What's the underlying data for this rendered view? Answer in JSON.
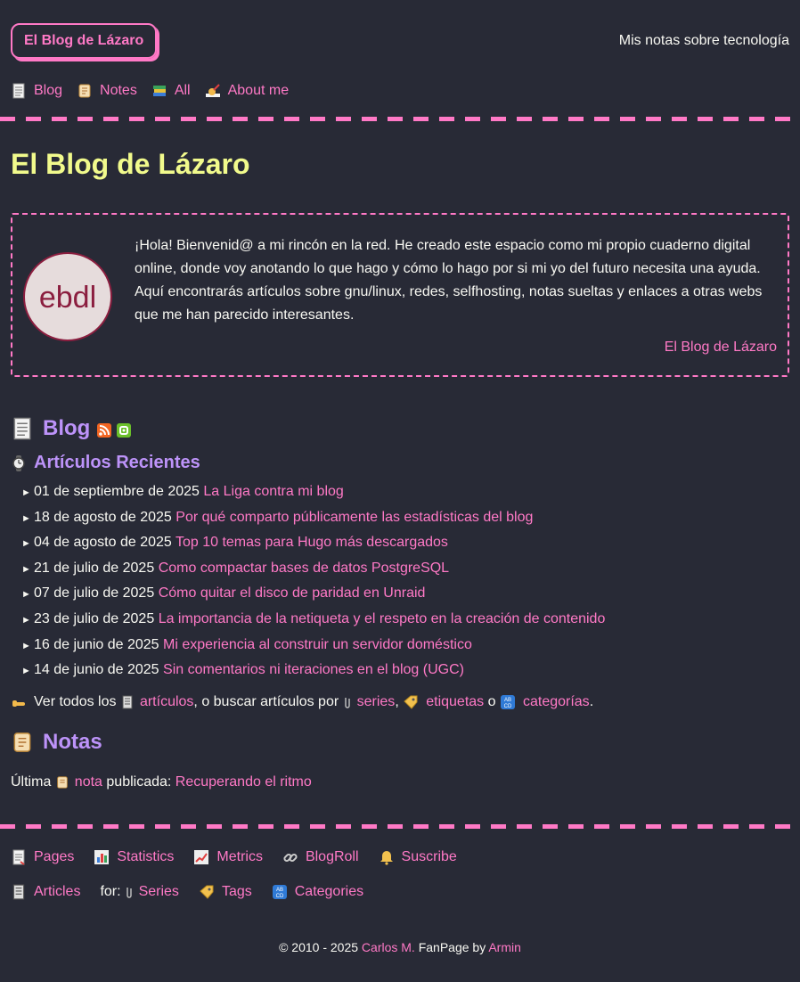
{
  "header": {
    "brand": "El Blog de Lázaro",
    "tagline": "Mis notas sobre tecnología"
  },
  "nav": [
    {
      "label": "Blog",
      "icon": "page-icon"
    },
    {
      "label": "Notes",
      "icon": "scroll-icon"
    },
    {
      "label": "All",
      "icon": "books-icon"
    },
    {
      "label": "About me",
      "icon": "writing-hand-icon"
    }
  ],
  "main": {
    "title": "El Blog de Lázaro",
    "intro": {
      "text": "¡Hola! Bienvenid@ a mi rincón en la red. He creado este espacio como mi propio cuaderno digital online, donde voy anotando lo que hago y cómo lo hago por si mi yo del futuro necesita una ayuda. Aquí encontrarás artículos sobre gnu/linux, redes, selfhosting, notas sueltas y enlaces a otras webs que me han parecido interesantes.",
      "signature": "El Blog de Lázaro",
      "avatar_text": "ebdl"
    },
    "blog_heading": "Blog",
    "recent_heading": "Artículos Recientes",
    "recent": [
      {
        "date": "01 de septiembre de 2025",
        "title": "La Liga contra mi blog"
      },
      {
        "date": "18 de agosto de 2025",
        "title": "Por qué comparto públicamente las estadísticas del blog"
      },
      {
        "date": "04 de agosto de 2025",
        "title": "Top 10 temas para Hugo más descargados"
      },
      {
        "date": "21 de julio de 2025",
        "title": "Como compactar bases de datos PostgreSQL"
      },
      {
        "date": "07 de julio de 2025",
        "title": "Cómo quitar el disco de paridad en Unraid"
      },
      {
        "date": "23 de julio de 2025",
        "title": "La importancia de la netiqueta y el respeto en la creación de contenido"
      },
      {
        "date": "16 de junio de 2025",
        "title": "Mi experiencia al construir un servidor doméstico"
      },
      {
        "date": "14 de junio de 2025",
        "title": "Sin comentarios ni iteraciones en el blog (UGC)"
      }
    ],
    "more": {
      "pre": "Ver todos los",
      "articles": "artículos",
      "mid": ", o buscar artículos por",
      "series": "series",
      "comma": ",",
      "tags": "etiquetas",
      "o": "o",
      "categories": "categorías",
      "end": "."
    },
    "notes_heading": "Notas",
    "latest": {
      "pre": "Última",
      "note": "nota",
      "mid": "publicada:",
      "title": "Recuperando el ritmo"
    }
  },
  "footer": {
    "row1": [
      "Pages",
      "Statistics",
      "Metrics",
      "BlogRoll",
      "Suscribe"
    ],
    "row2": {
      "articles": "Articles",
      "for": "for:",
      "series": "Series",
      "tags": "Tags",
      "categories": "Categories"
    },
    "copyright_pre": "© 2010 - 2025",
    "author": "Carlos M.",
    "fanpage": "FanPage by",
    "armin": "Armin"
  },
  "colors": {
    "background": "#282a36",
    "accent": "#ff79c6",
    "title": "#f1fa8c",
    "heading": "#bd93f9",
    "text": "#f8f8f2"
  }
}
